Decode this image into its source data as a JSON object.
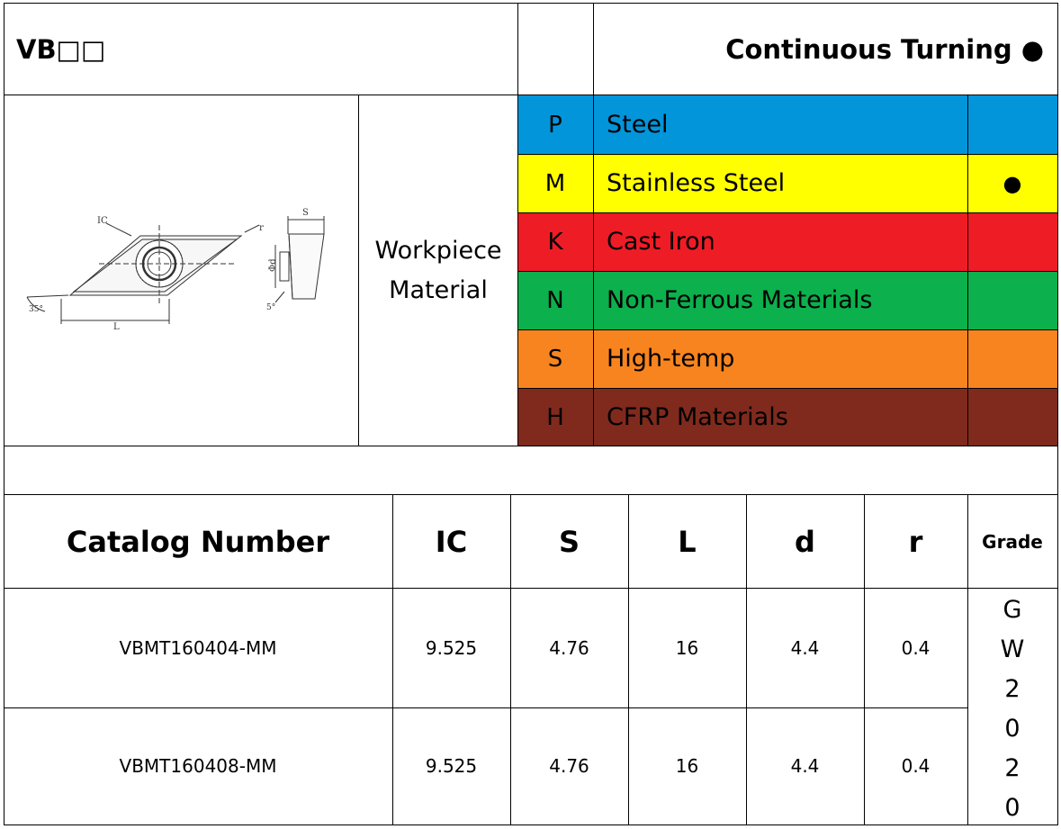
{
  "header": {
    "code": "VB□□",
    "application": "Continuous Turning ●"
  },
  "workpiece_label": [
    "Workpiece",
    "Material"
  ],
  "drawing_labels": {
    "ic": "IC",
    "s": "S",
    "r": "r",
    "l": "L",
    "d": "Φd",
    "angle": "35°",
    "relief": "5°"
  },
  "materials": [
    {
      "code": "P",
      "name": "Steel",
      "mark": "",
      "color": "#0295DA"
    },
    {
      "code": "M",
      "name": "Stainless Steel",
      "mark": "●",
      "color": "#FFFF00"
    },
    {
      "code": "K",
      "name": "Cast Iron",
      "mark": "",
      "color": "#EE1C25"
    },
    {
      "code": "N",
      "name": "Non-Ferrous Materials",
      "mark": "",
      "color": "#0CB04C"
    },
    {
      "code": "S",
      "name": "High-temp",
      "mark": "",
      "color": "#F7841F"
    },
    {
      "code": "H",
      "name": "CFRP Materials",
      "mark": "",
      "color": "#7F2A1D"
    }
  ],
  "table": {
    "headers": [
      "Catalog Number",
      "IC",
      "S",
      "L",
      "d",
      "r",
      "Grade"
    ],
    "rows": [
      [
        "VBMT160404-MM",
        "9.525",
        "4.76",
        "16",
        "4.4",
        "0.4"
      ],
      [
        "VBMT160408-MM",
        "9.525",
        "4.76",
        "16",
        "4.4",
        "0.4"
      ]
    ],
    "grade_chars": [
      "G",
      "W",
      "2",
      "0",
      "2",
      "0"
    ]
  }
}
